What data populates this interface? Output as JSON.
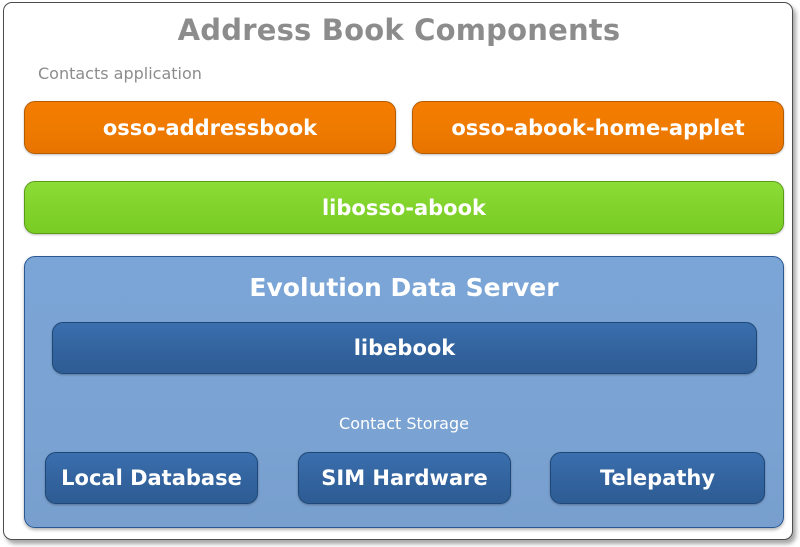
{
  "diagram": {
    "title": "Address Book Components",
    "title_color": "#8c8c8c",
    "background": "#ffffff",
    "layers": [
      {
        "caption": "Contacts application",
        "caption_color": "#8c8c8c",
        "nodes": [
          {
            "label": "osso-addressbook",
            "color": "#ef7c00"
          },
          {
            "label": "osso-abook-home-applet",
            "color": "#ef7c00"
          }
        ]
      },
      {
        "caption": "",
        "nodes": [
          {
            "label": "libosso-abook",
            "color": "#82d42d"
          }
        ]
      },
      {
        "title": "Evolution Data Server",
        "color": "#7ba4d4",
        "nodes": [
          {
            "label": "libebook",
            "color": "#33649f"
          }
        ],
        "sub_caption": "Contact Storage",
        "sub_caption_color": "#ffffff",
        "sub_nodes": [
          {
            "label": "Local Database",
            "color": "#33649f"
          },
          {
            "label": "SIM Hardware",
            "color": "#33649f"
          },
          {
            "label": "Telepathy",
            "color": "#33649f"
          }
        ]
      }
    ]
  }
}
